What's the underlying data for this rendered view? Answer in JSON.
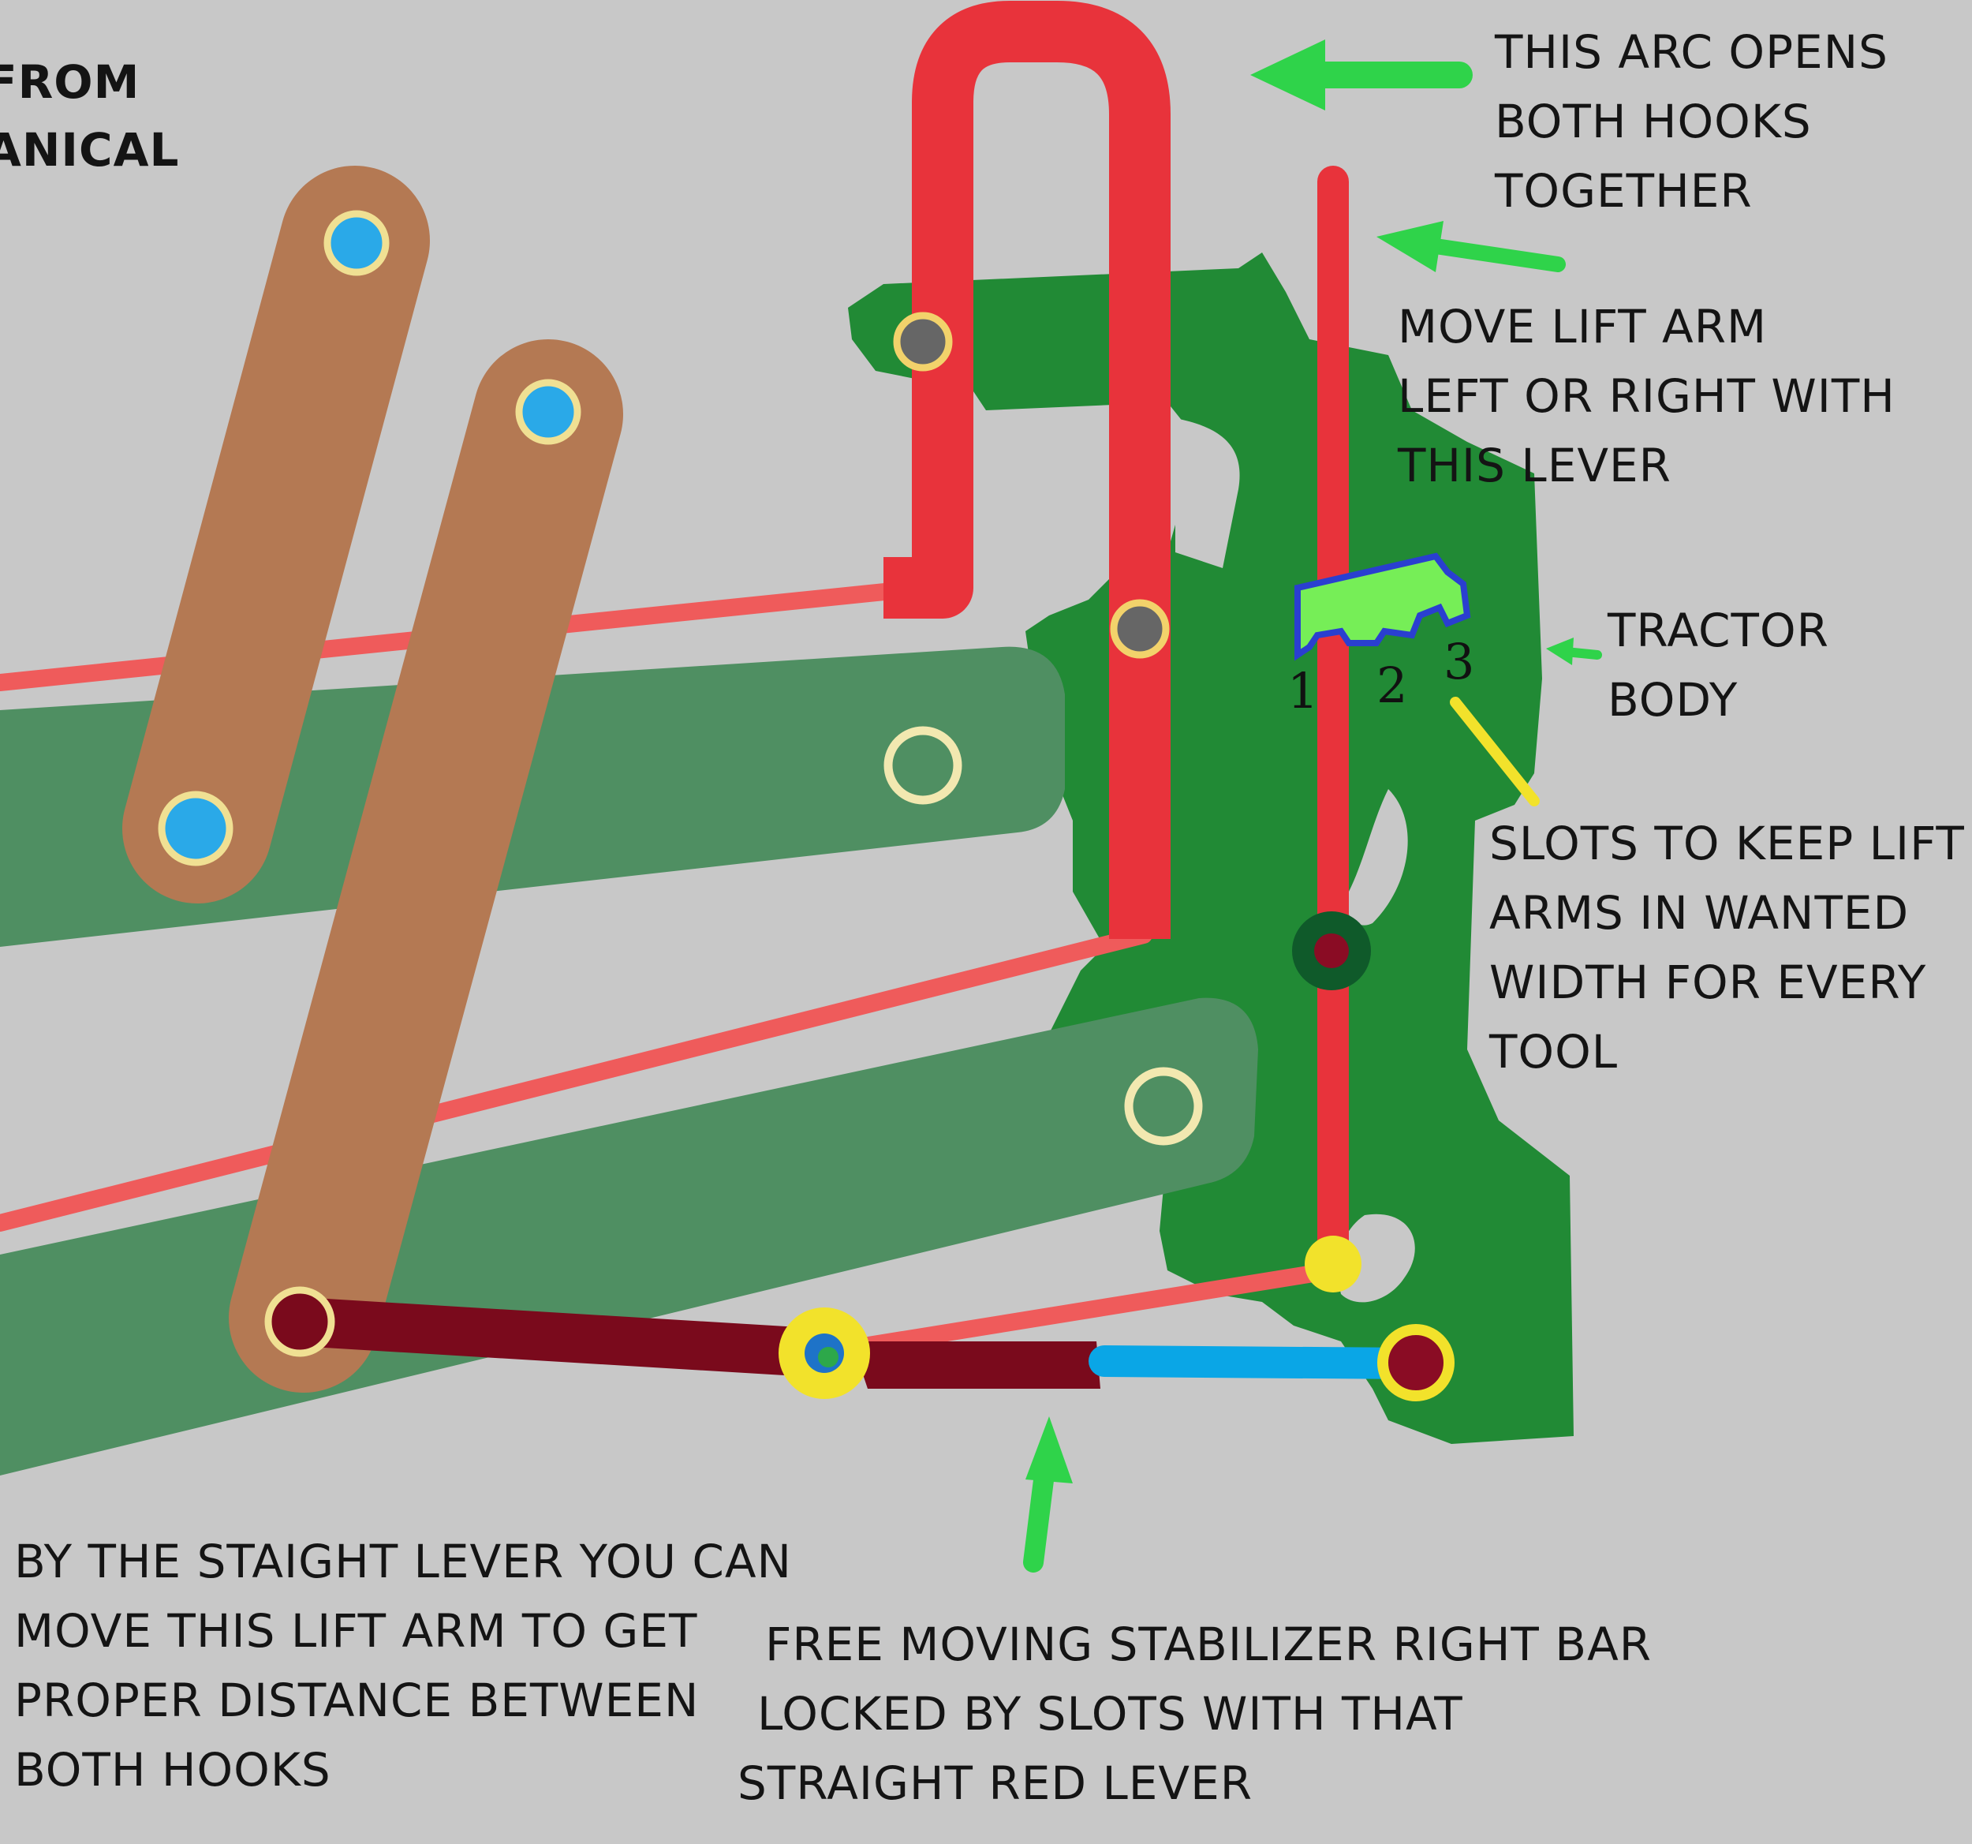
{
  "colors": {
    "background": "#c8c8c8",
    "tractor_body": "#218a35",
    "lift_arm": "#4f8f62",
    "brown_link": "#b47953",
    "red_lever": "#e8333b",
    "thin_rod": "#ef5b5b",
    "dark_bar": "#7a0a1c",
    "blue_bar": "#0aa6e6",
    "pin_yellow": "#f2e22b",
    "arrow_green": "#2fd34a"
  },
  "labels": {
    "top_left": [
      "FROM",
      "ANICAL"
    ],
    "arc": [
      "THIS ARC OPENS",
      "BOTH HOOKS",
      "TOGETHER"
    ],
    "move": [
      "MOVE LIFT ARM",
      "LEFT OR RIGHT WITH",
      "THIS LEVER"
    ],
    "body": [
      "TRACTOR",
      "BODY"
    ],
    "slots": [
      "SLOTS TO KEEP LIFT",
      "ARMS  IN WANTED",
      "WIDTH FOR EVERY",
      "TOOL"
    ],
    "straight": [
      "BY THE STAIGHT LEVER  YOU CAN",
      "MOVE THIS LIFT ARM  TO GET",
      "PROPER DISTANCE BETWEEN",
      "BOTH HOOKS"
    ],
    "free": [
      "FREE MOVING STABILIZER RIGHT BAR",
      "LOCKED BY SLOTS WITH THAT",
      "STRAIGHT RED LEVER"
    ]
  },
  "slot_numbers": [
    "1",
    "2",
    "3"
  ]
}
